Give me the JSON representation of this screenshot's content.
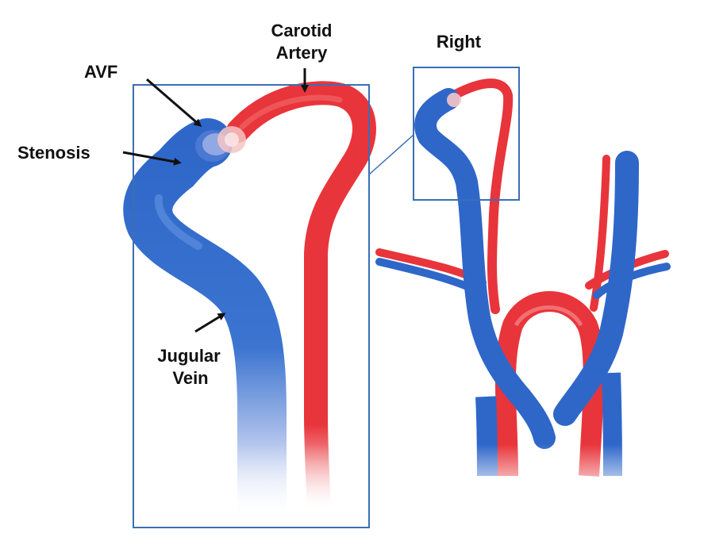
{
  "labels": {
    "avf": "AVF",
    "stenosis": "Stenosis",
    "carotid_line1": "Carotid",
    "carotid_line2": "Artery",
    "right": "Right",
    "jugular_line1": "Jugular",
    "jugular_line2": "Vein"
  },
  "colors": {
    "artery": "#e8353b",
    "artery_dark": "#c81d25",
    "vein": "#2f67c9",
    "vein_dark": "#1d4fa8",
    "frame": "#3a6fb4",
    "text": "#111111"
  },
  "icons": {
    "arrow": "arrow-icon"
  }
}
